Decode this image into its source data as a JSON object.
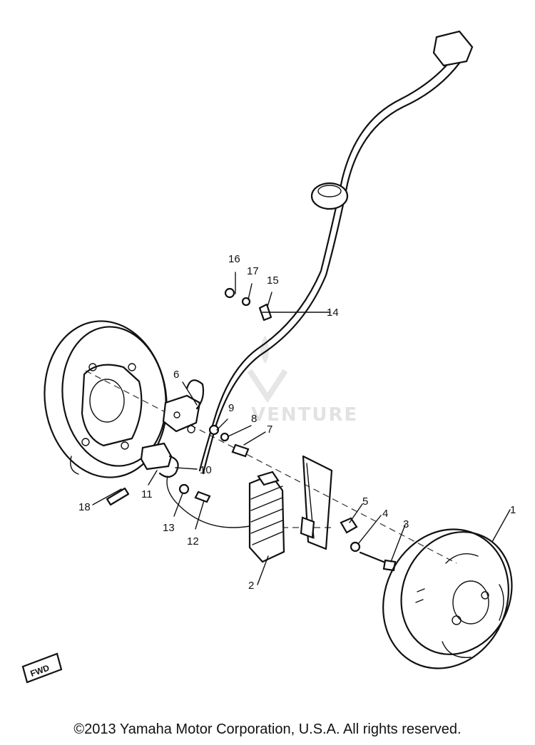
{
  "callouts": {
    "c1": "1",
    "c2": "2",
    "c3": "3",
    "c4": "4",
    "c5": "5",
    "c6": "6",
    "c7": "7",
    "c8": "8",
    "c9": "9",
    "c10": "10",
    "c11": "11",
    "c12": "12",
    "c13": "13",
    "c14": "14",
    "c15": "15",
    "c16": "16",
    "c17": "17",
    "c18": "18"
  },
  "fwd_label": "FWD",
  "watermark": "VENTURE",
  "copyright": "©2013 Yamaha Motor Corporation, U.S.A. All rights reserved."
}
